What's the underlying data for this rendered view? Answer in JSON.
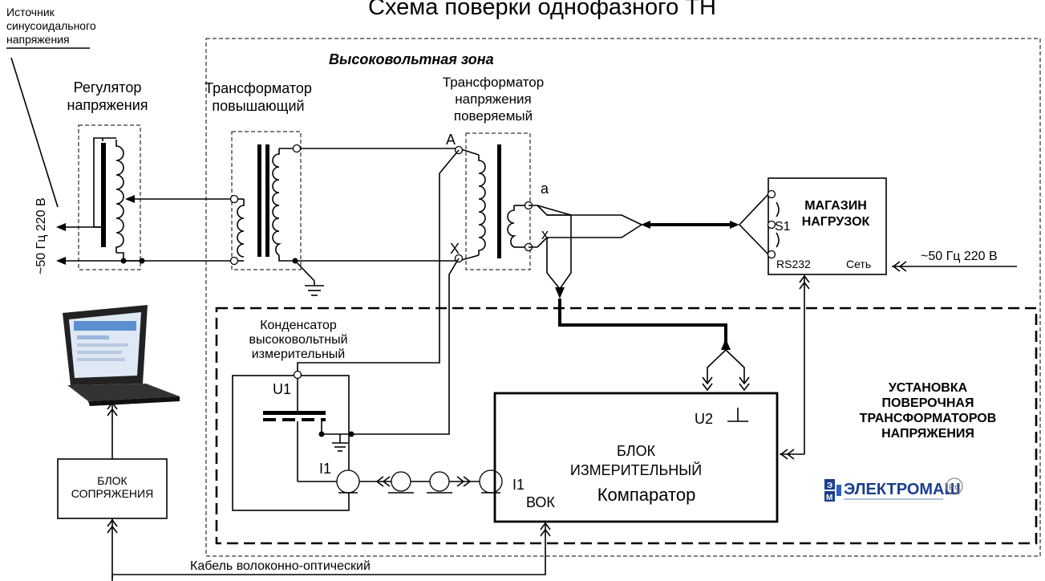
{
  "title": "Схема поверки однофазного ТН",
  "source_label": [
    "Источник",
    "синусоидального",
    "напряжения"
  ],
  "supply_left": "~50 Гц 220 В",
  "hv_zone": "Высоковольтная зона",
  "regulator": [
    "Регулятор",
    "напряжения"
  ],
  "step_up": [
    "Трансформатор",
    "повышающий"
  ],
  "vt_under_test": [
    "Трансформатор",
    "напряжения",
    "поверяемый"
  ],
  "terminals": {
    "A": "A",
    "X": "X",
    "a": "a",
    "x": "x"
  },
  "load_box": {
    "title": [
      "МАГАЗИН",
      "НАГРУЗОК"
    ],
    "s1": "S1",
    "rs232": "RS232",
    "net": "Сеть"
  },
  "supply_right": "~50 Гц 220 В",
  "capacitor": [
    "Конденсатор",
    "высоковольтный",
    "измерительный"
  ],
  "u1": "U1",
  "i1_left": "I1",
  "i1_right": "I1",
  "measuring_block": {
    "u2": "U2",
    "title": [
      "БЛОК",
      "ИЗМЕРИТЕЛЬНЫЙ"
    ],
    "comparator": "Компаратор",
    "vok": "ВОК"
  },
  "installation": [
    "УСТАНОВКА",
    "ПОВЕРОЧНАЯ",
    "ТРАНСФОРМАТОРОВ",
    "НАПРЯЖЕНИЯ"
  ],
  "interface_block": [
    "БЛОК",
    "СОПРЯЖЕНИЯ"
  ],
  "fiber_cable": "Кабель волоконно-оптический",
  "logo": "ЭЛЕКТРОМАШ",
  "colors": {
    "ink": "#000000",
    "logo_blue": "#1a3f8f",
    "screen_blue": "#5b8fd0"
  }
}
